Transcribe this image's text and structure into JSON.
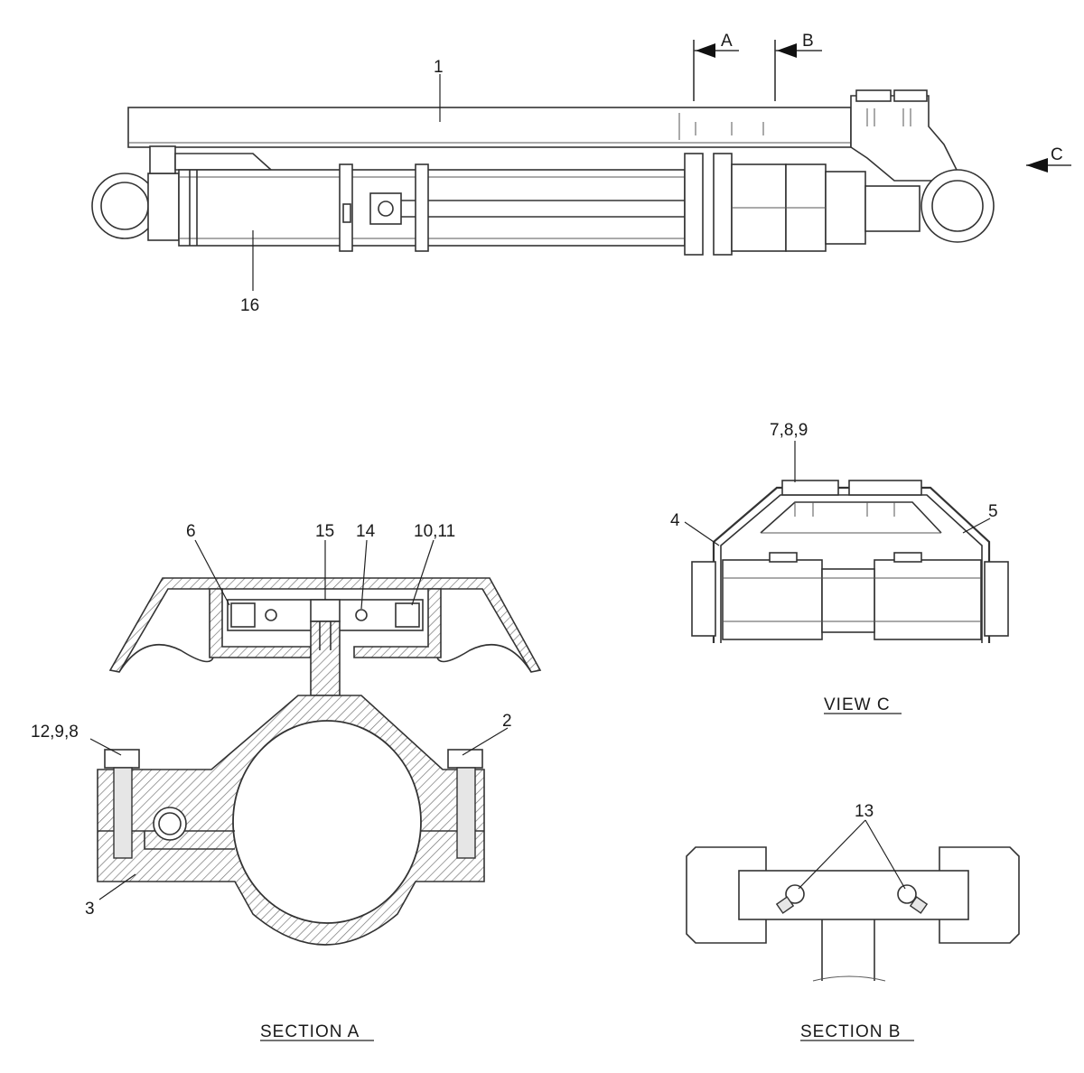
{
  "callouts": {
    "c1": "1",
    "c16": "16",
    "sectionA_mark": "A",
    "sectionB_mark": "B",
    "viewC_mark": "C",
    "c789": "7,8,9",
    "c4": "4",
    "c5": "5",
    "c6": "6",
    "c15": "15",
    "c14": "14",
    "c1011": "10,11",
    "c1298": "12,9,8",
    "c2": "2",
    "c3": "3",
    "c13": "13"
  },
  "captions": {
    "view_c": "VIEW C",
    "section_a": "SECTION A",
    "section_b": "SECTION B"
  }
}
